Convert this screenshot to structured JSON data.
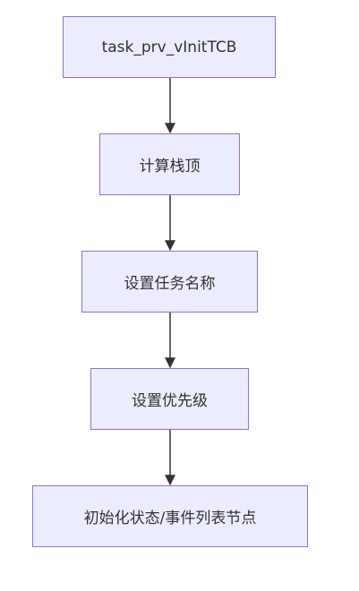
{
  "flowchart": {
    "nodes": [
      {
        "id": "n1",
        "label": "task_prv_vInitTCB"
      },
      {
        "id": "n2",
        "label": "计算栈顶"
      },
      {
        "id": "n3",
        "label": "设置任务名称"
      },
      {
        "id": "n4",
        "label": "设置优先级"
      },
      {
        "id": "n5",
        "label": "初始化状态/事件列表节点"
      }
    ],
    "edges": [
      {
        "from": "n1",
        "to": "n2"
      },
      {
        "from": "n2",
        "to": "n3"
      },
      {
        "from": "n3",
        "to": "n4"
      },
      {
        "from": "n4",
        "to": "n5"
      }
    ],
    "colors": {
      "node_fill": "#ececff",
      "node_border": "#9370db",
      "edge": "#333333",
      "text": "#333333"
    }
  }
}
